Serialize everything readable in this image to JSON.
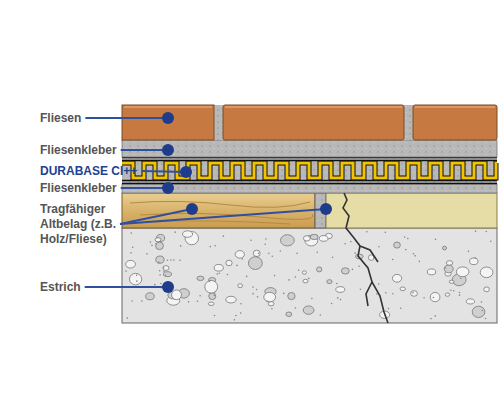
{
  "diagram": {
    "labels": [
      "Fliesen",
      "Fliesenkleber",
      "DURABASE CI++",
      "Fliesenkleber",
      "Tragfähiger Altbelag (z.B. Holz/Fliese)",
      "Estrich"
    ]
  }
}
